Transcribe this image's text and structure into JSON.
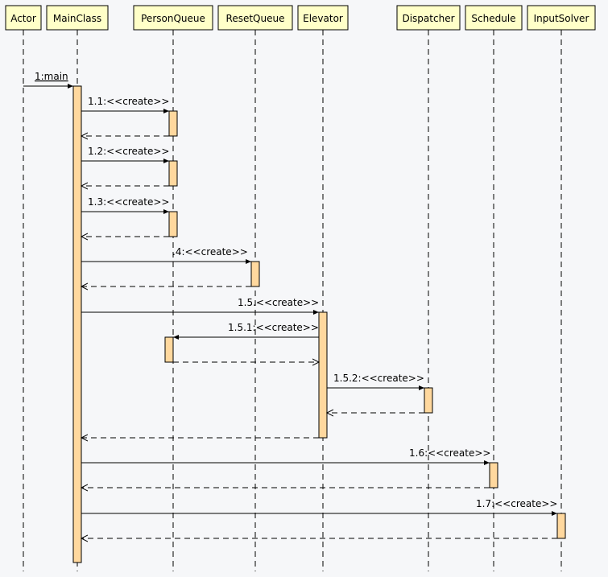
{
  "participants": [
    {
      "id": "actor",
      "label": "Actor"
    },
    {
      "id": "mainclass",
      "label": "MainClass"
    },
    {
      "id": "personqueue",
      "label": "PersonQueue"
    },
    {
      "id": "resetqueue",
      "label": "ResetQueue"
    },
    {
      "id": "elevator",
      "label": "Elevator"
    },
    {
      "id": "dispatcher",
      "label": "Dispatcher"
    },
    {
      "id": "schedule",
      "label": "Schedule"
    },
    {
      "id": "inputsolver",
      "label": "InputSolver"
    }
  ],
  "messages": [
    {
      "id": "m1",
      "label": "1:main",
      "from": "actor",
      "to": "mainclass",
      "kind": "call",
      "underline": true
    },
    {
      "id": "m1_1",
      "label": "1.1:<<create>>",
      "from": "mainclass",
      "to": "personqueue",
      "kind": "call"
    },
    {
      "id": "r1_1",
      "label": "",
      "from": "personqueue",
      "to": "mainclass",
      "kind": "return"
    },
    {
      "id": "m1_2",
      "label": "1.2:<<create>>",
      "from": "mainclass",
      "to": "personqueue",
      "kind": "call"
    },
    {
      "id": "r1_2",
      "label": "",
      "from": "personqueue",
      "to": "mainclass",
      "kind": "return"
    },
    {
      "id": "m1_3",
      "label": "1.3:<<create>>",
      "from": "mainclass",
      "to": "personqueue",
      "kind": "call"
    },
    {
      "id": "r1_3",
      "label": "",
      "from": "personqueue",
      "to": "mainclass",
      "kind": "return"
    },
    {
      "id": "m1_4",
      "label": ".4:<<create>>",
      "from": "mainclass",
      "to": "resetqueue",
      "kind": "call"
    },
    {
      "id": "r1_4",
      "label": "",
      "from": "resetqueue",
      "to": "mainclass",
      "kind": "return"
    },
    {
      "id": "m1_5",
      "label": "1.5.<<create>>",
      "from": "mainclass",
      "to": "elevator",
      "kind": "call"
    },
    {
      "id": "m1_5_1",
      "label": "1.5.1:<<create>>",
      "from": "elevator",
      "to": "personqueue",
      "kind": "call"
    },
    {
      "id": "r1_5_1",
      "label": "",
      "from": "personqueue",
      "to": "elevator",
      "kind": "return"
    },
    {
      "id": "m1_5_2",
      "label": "1.5.2:<<create>>",
      "from": "elevator",
      "to": "dispatcher",
      "kind": "call"
    },
    {
      "id": "r1_5_2",
      "label": "",
      "from": "dispatcher",
      "to": "elevator",
      "kind": "return"
    },
    {
      "id": "r1_5",
      "label": "",
      "from": "elevator",
      "to": "mainclass",
      "kind": "return"
    },
    {
      "id": "m1_6",
      "label": "1.6:<<create>>",
      "from": "mainclass",
      "to": "schedule",
      "kind": "call"
    },
    {
      "id": "r1_6",
      "label": "",
      "from": "schedule",
      "to": "mainclass",
      "kind": "return"
    },
    {
      "id": "m1_7",
      "label": "1.7:<<create>>",
      "from": "mainclass",
      "to": "inputsolver",
      "kind": "call"
    },
    {
      "id": "r1_7",
      "label": "",
      "from": "inputsolver",
      "to": "mainclass",
      "kind": "return"
    }
  ],
  "colors": {
    "background": "#f6f7f9",
    "header_fill": "#ffffc8",
    "activation_fill": "#ffd89e",
    "line": "#000000"
  }
}
